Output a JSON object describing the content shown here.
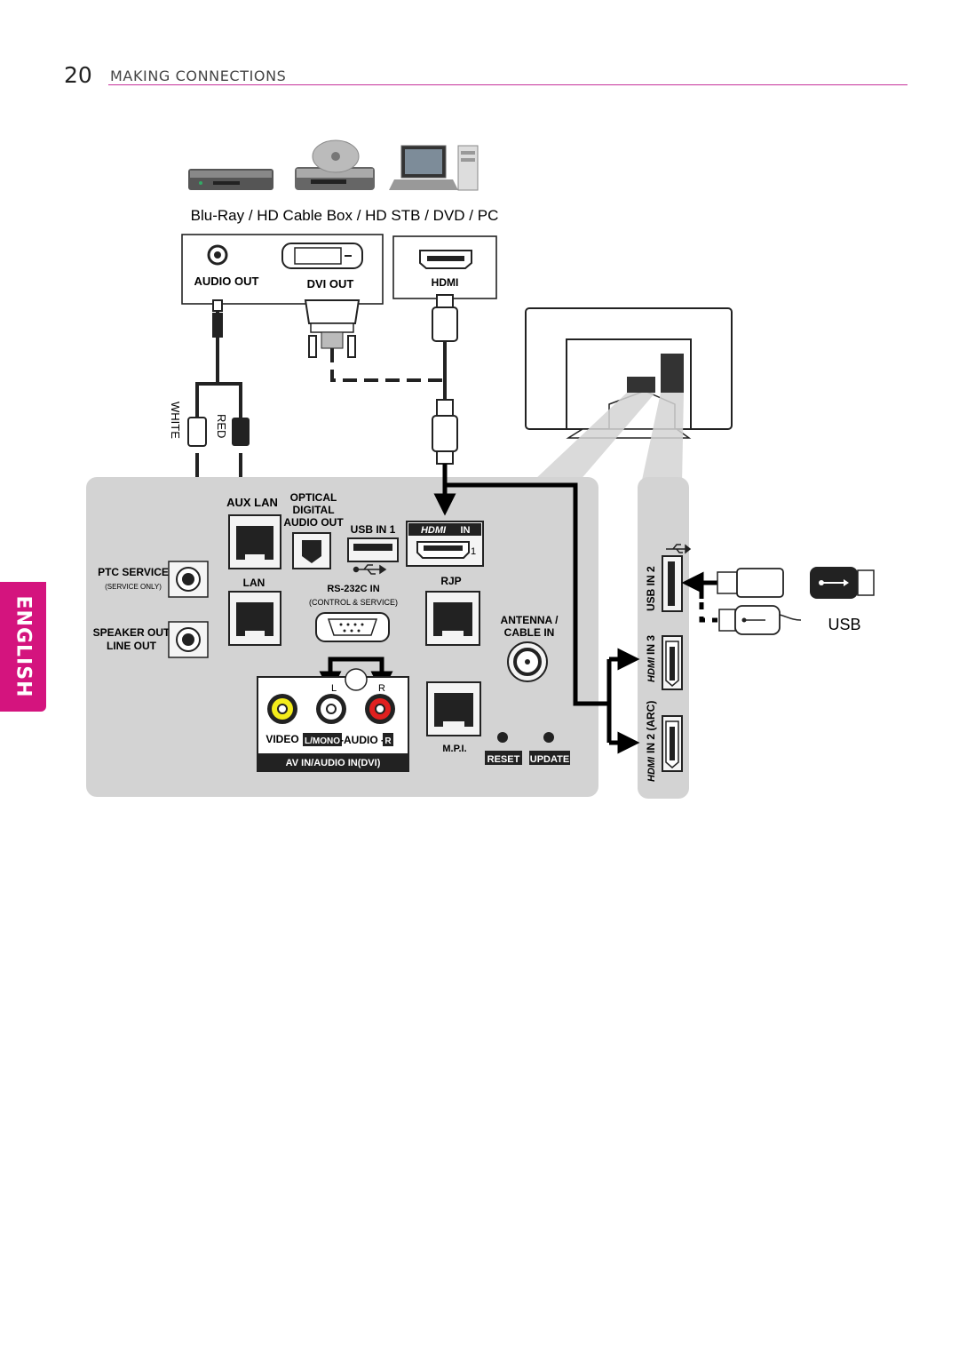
{
  "header": {
    "page_number": "20",
    "section_title": "MAKING CONNECTIONS"
  },
  "sidebar": {
    "language_tab": "ENGLISH"
  },
  "colors": {
    "accent": "#d4147e",
    "rule": "#c6319a",
    "panel": "#d3d3d3"
  },
  "devices": {
    "caption": "Blu-Ray / HD Cable Box / HD STB / DVD / PC",
    "icons": [
      "bluray-player-icon",
      "cable-box-icon",
      "laptop-icon",
      "pc-tower-icon"
    ],
    "ports": {
      "audio_out": "AUDIO OUT",
      "dvi_out": "DVI OUT",
      "hdmi": "HDMI"
    }
  },
  "cables": {
    "white": "WHITE",
    "red": "RED"
  },
  "tv_panel": {
    "aux_lan": "AUX LAN",
    "optical": [
      "OPTICAL",
      "DIGITAL",
      "AUDIO OUT"
    ],
    "usb_in_1": "USB IN 1",
    "hdmi_in": "IN",
    "hdmi_logo": "HDMI",
    "hdmi_in_number": "1",
    "ptc_service": "PTC SERVICE",
    "service_only": "(SERVICE ONLY)",
    "lan": "LAN",
    "rs232c_in": "RS-232C IN",
    "control_service": "(CONTROL & SERVICE)",
    "rjp": "RJP",
    "speaker_out": "SPEAKER OUT",
    "line_out": "LINE OUT",
    "antenna": "ANTENNA /",
    "cable_in": "CABLE IN",
    "av_l": "L",
    "av_r": "R",
    "video": "VIDEO",
    "l_mono": "L/MONO",
    "audio": "-AUDIO -",
    "av_r_badge": "R",
    "av_in": "AV IN/AUDIO IN(DVI)",
    "mpi": "M.P.I.",
    "reset": "RESET",
    "update": "UPDATE"
  },
  "side_panel": {
    "usb_in_2": "USB IN 2",
    "hdmi_in_3": "IN 3",
    "hdmi_in_2_arc": "IN 2 (ARC)"
  },
  "usb_label": "USB"
}
